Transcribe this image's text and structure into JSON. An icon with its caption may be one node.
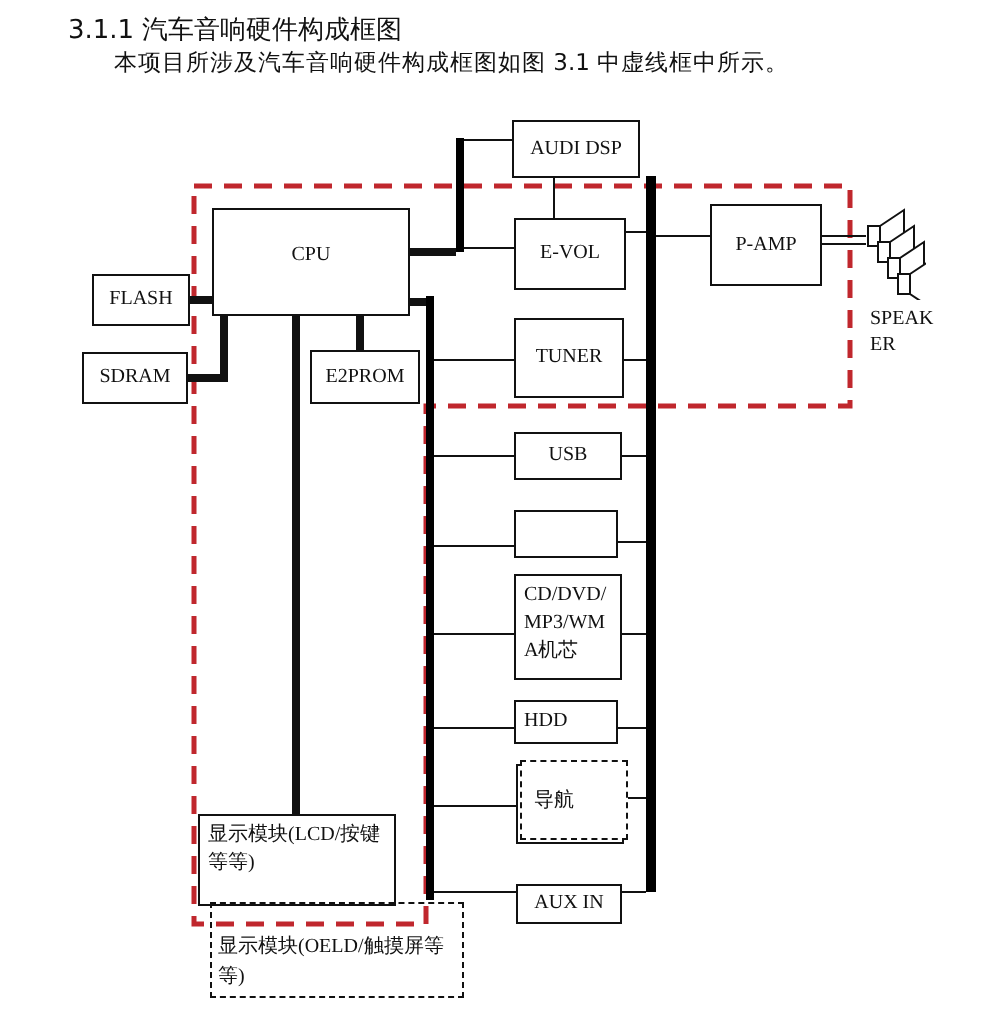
{
  "diagram": {
    "title": "3.1.1 汽车音响硬件构成框图",
    "nodes": [
      {
        "text": [
          "AUDI DSP"
        ]
      },
      {
        "text": [
          "CPU"
        ]
      },
      {
        "text": [
          "FLASH"
        ]
      },
      {
        "text": [
          "SDRAM"
        ]
      },
      {
        "text": [
          "E2PROM"
        ]
      },
      {
        "text": [
          "E-VOL"
        ]
      },
      {
        "text": [
          "TUNER"
        ]
      },
      {
        "text": [
          "P-AMP"
        ]
      },
      {
        "text": [],
        "shape": "picture",
        "beside": [
          "SPEAKER"
        ]
      },
      {
        "text": [
          "USB"
        ]
      },
      {
        "text": [],
        "shape": "box"
      },
      {
        "text": [
          "CD/DVD/MP3/WMA机芯"
        ]
      },
      {
        "text": [
          "HDD"
        ]
      },
      {
        "text": [
          "导航"
        ]
      },
      {
        "text": [
          "AUX IN"
        ]
      },
      {
        "text": [
          "显示模块(LCD/按键等等)"
        ]
      },
      {
        "text": [
          "显示模块(OELD/触摸屏等等)"
        ]
      },
      {
        "text": [],
        "shape": "bar"
      },
      {
        "text": [],
        "shape": "bar"
      },
      {
        "text": [],
        "shape": "bar"
      }
    ],
    "edges": [
      {
        "from": 1,
        "to": 17,
        "arrow": "none",
        "style": "thick"
      },
      {
        "from": 17,
        "to": 0,
        "arrow": "none"
      },
      {
        "from": 17,
        "to": 5,
        "arrow": "none"
      },
      {
        "from": 0,
        "to": 5,
        "arrow": "none"
      },
      {
        "from": 5,
        "to": 19,
        "arrow": "none"
      },
      {
        "from": 1,
        "to": 18,
        "arrow": "none",
        "style": "thick"
      },
      {
        "from": 18,
        "to": 6,
        "arrow": "none"
      },
      {
        "from": 6,
        "to": 19,
        "arrow": "none"
      },
      {
        "from": 19,
        "to": 7,
        "arrow": "none"
      },
      {
        "from": 7,
        "to": 8,
        "arrow": "none"
      },
      {
        "from": 1,
        "to": 2,
        "arrow": "none",
        "style": "thick"
      },
      {
        "from": 1,
        "to": 3,
        "arrow": "none",
        "style": "thick"
      },
      {
        "from": 1,
        "to": 4,
        "arrow": "none",
        "style": "thick"
      },
      {
        "from": 1,
        "to": 15,
        "arrow": "none",
        "style": "thick"
      },
      {
        "from": 18,
        "to": 9,
        "arrow": "none"
      },
      {
        "from": 9,
        "to": 19,
        "arrow": "none"
      },
      {
        "from": 18,
        "to": 10,
        "arrow": "none"
      },
      {
        "from": 10,
        "to": 19,
        "arrow": "none"
      },
      {
        "from": 18,
        "to": 11,
        "arrow": "none"
      },
      {
        "from": 11,
        "to": 19,
        "arrow": "none"
      },
      {
        "from": 18,
        "to": 12,
        "arrow": "none"
      },
      {
        "from": 12,
        "to": 19,
        "arrow": "none"
      },
      {
        "from": 18,
        "to": 13,
        "arrow": "none"
      },
      {
        "from": 13,
        "to": 19,
        "arrow": "none"
      },
      {
        "from": 18,
        "to": 14,
        "arrow": "none"
      },
      {
        "from": 14,
        "to": 19,
        "arrow": "none"
      }
    ],
    "labels": [
      "本项目所涉及汽车音响硬件构成框图如图 3.1 中虚线框中所示。"
    ]
  }
}
